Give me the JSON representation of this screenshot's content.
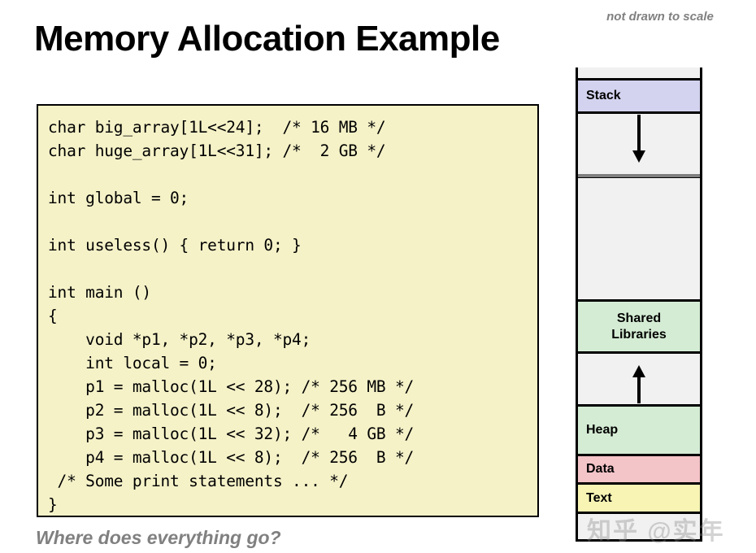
{
  "slide": {
    "title": "Memory Allocation Example",
    "bottom_caption": "Where does everything go?",
    "not_to_scale_note": "not drawn to scale",
    "watermark": "知乎 @实年"
  },
  "code": {
    "language": "c",
    "background_color": "#f5f2c8",
    "border_color": "#000000",
    "lines": [
      "char big_array[1L<<24];  /* 16 MB */",
      "char huge_array[1L<<31]; /*  2 GB */",
      "",
      "int global = 0;",
      "",
      "int useless() { return 0; }",
      "",
      "int main ()",
      "{",
      "    void *p1, *p2, *p3, *p4;",
      "    int local = 0;",
      "    p1 = malloc(1L << 28); /* 256 MB */",
      "    p2 = malloc(1L << 8);  /* 256  B */",
      "    p3 = malloc(1L << 32); /*   4 GB */",
      "    p4 = malloc(1L << 8);  /* 256  B */",
      " /* Some print statements ... */",
      "}"
    ]
  },
  "memory_diagram": {
    "divider_color": "#808080",
    "outline_color": "#000000",
    "default_fill": "#f1f1f1",
    "blocks": [
      {
        "name": "top-gap",
        "label": "",
        "fill": "#f1f1f1",
        "align": "left"
      },
      {
        "name": "stack",
        "label": "Stack",
        "fill": "#d3d3ef",
        "align": "left"
      },
      {
        "name": "stack-growth-gap",
        "label": "",
        "fill": "#f1f1f1",
        "align": "left"
      },
      {
        "name": "unmapped-gap",
        "label": "",
        "fill": "#f1f1f1",
        "align": "left"
      },
      {
        "name": "shared-libraries",
        "label": "Shared\nLibraries",
        "fill": "#d4ecd4",
        "align": "center"
      },
      {
        "name": "heap-growth-gap",
        "label": "",
        "fill": "#f1f1f1",
        "align": "left"
      },
      {
        "name": "heap",
        "label": "Heap",
        "fill": "#d4ecd4",
        "align": "left"
      },
      {
        "name": "data",
        "label": "Data",
        "fill": "#f3c4c8",
        "align": "left"
      },
      {
        "name": "text",
        "label": "Text",
        "fill": "#f7f4b4",
        "align": "left"
      },
      {
        "name": "bottom-gap",
        "label": "",
        "fill": "#f1f1f1",
        "align": "left"
      }
    ],
    "arrows": [
      {
        "name": "stack-grows-down",
        "direction": "down"
      },
      {
        "name": "heap-grows-up",
        "direction": "up"
      }
    ]
  }
}
